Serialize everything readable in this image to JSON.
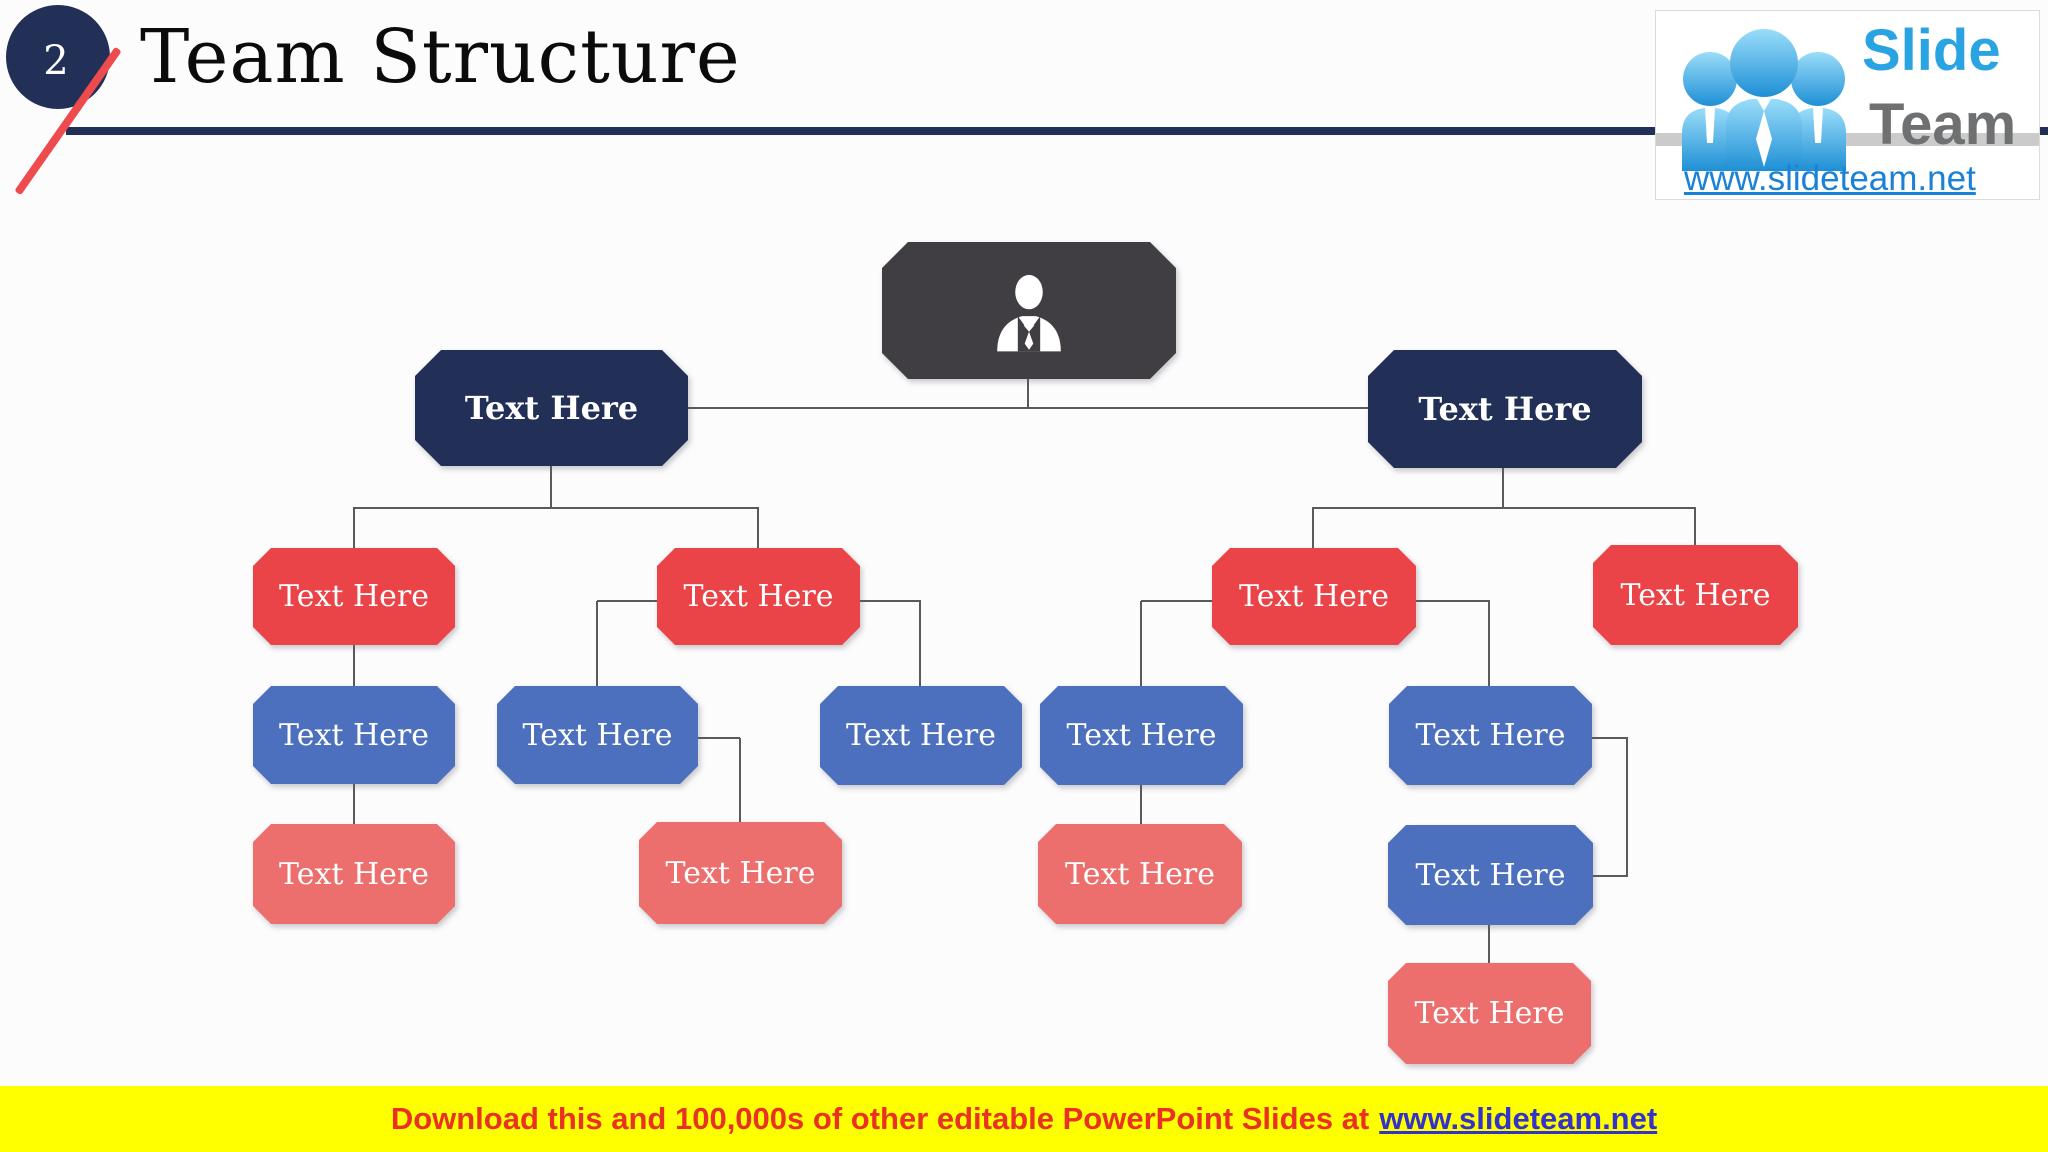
{
  "slide": {
    "page_number": "2",
    "title": "Team Structure"
  },
  "logo": {
    "brand_top": "Slide",
    "brand_bottom": "Team",
    "url": "www.slideteam.net"
  },
  "footer": {
    "message": "Download this and 100,000s of other editable PowerPoint Slides at",
    "link": "www.slideteam.net"
  },
  "org_chart": {
    "nodes": [
      {
        "id": "leader",
        "icon": "person-silhouette",
        "label": ""
      },
      {
        "id": "manager-left",
        "label": "Text Here"
      },
      {
        "id": "manager-right",
        "label": "Text Here"
      },
      {
        "id": "team-left-1",
        "label": "Text Here"
      },
      {
        "id": "team-left-2",
        "label": "Text Here"
      },
      {
        "id": "team-right-1",
        "label": "Text Here"
      },
      {
        "id": "team-right-2",
        "label": "Text Here"
      },
      {
        "id": "member-left-1a",
        "label": "Text Here"
      },
      {
        "id": "member-left-2a",
        "label": "Text Here"
      },
      {
        "id": "member-left-2b",
        "label": "Text Here"
      },
      {
        "id": "member-right-1a",
        "label": "Text Here"
      },
      {
        "id": "member-right-1b",
        "label": "Text Here"
      },
      {
        "id": "sub-left-1a",
        "label": "Text Here"
      },
      {
        "id": "sub-left-2a",
        "label": "Text Here"
      },
      {
        "id": "sub-right-1a",
        "label": "Text Here"
      },
      {
        "id": "member-right-1b-child",
        "label": "Text Here"
      },
      {
        "id": "sub-right-1b",
        "label": "Text Here"
      }
    ]
  },
  "colors": {
    "navy": "#223057",
    "red": "#EA4348",
    "blue": "#4C70BD",
    "salmon": "#EC6F6E",
    "leader-gray": "#413E43",
    "line": "#5A5A5A",
    "accent-red": "#EE4B4E",
    "footer-bg": "#FFFF00",
    "footer-text": "#E93223",
    "footer-link": "#3333CC",
    "logo-blue": "#29A3E2",
    "logo-gray": "#6F7072",
    "logo-url-blue": "#1B81D6"
  }
}
